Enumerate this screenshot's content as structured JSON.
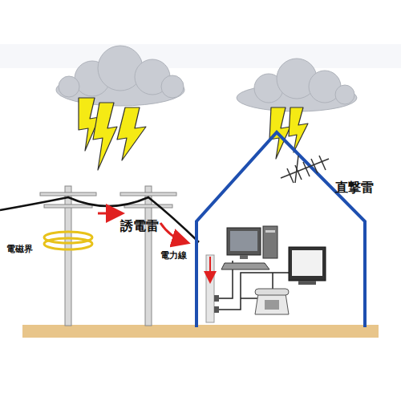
{
  "diagram": {
    "labels": [
      "電磁界",
      "誘電雷",
      "電力線",
      "直撃雷"
    ]
  }
}
